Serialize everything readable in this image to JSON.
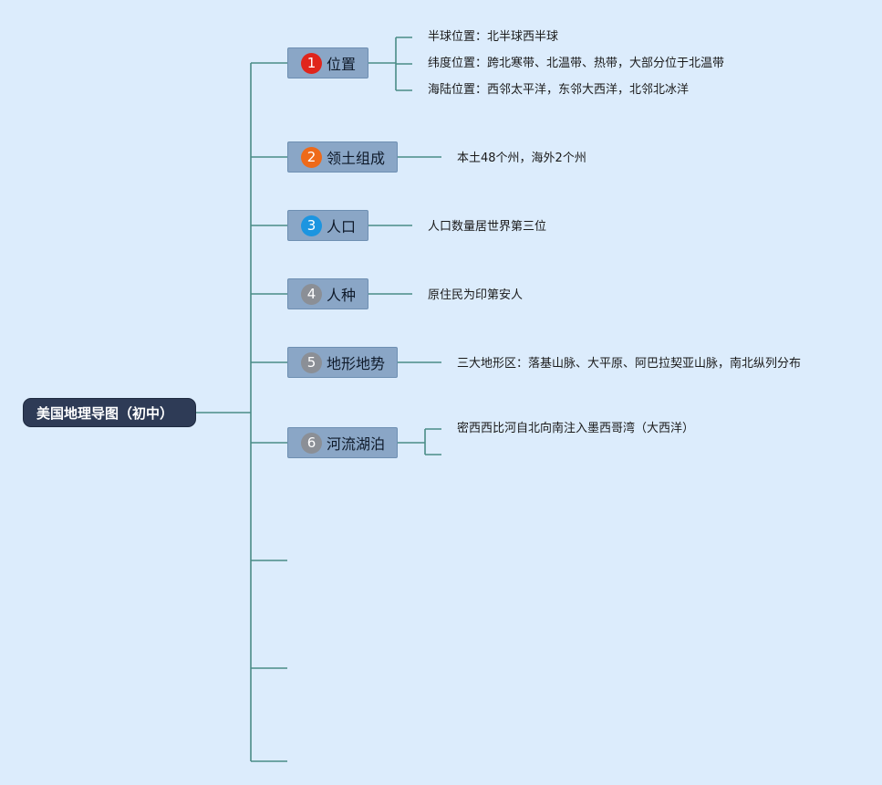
{
  "root": {
    "label": "美国地理导图（初中）"
  },
  "topics": [
    {
      "number": "1",
      "label": "位置",
      "badge_color": "#e0251b",
      "details": [
        "半球位置：北半球西半球",
        "纬度位置：跨北寒带、北温带、热带，大部分位于北温带",
        "海陆位置：西邻太平洋，东邻大西洋，北邻北冰洋"
      ]
    },
    {
      "number": "2",
      "label": "领土组成",
      "badge_color": "#ee6a1a",
      "details": [
        "本土48个州，海外2个州"
      ]
    },
    {
      "number": "3",
      "label": "人口",
      "badge_color": "#1c95e0",
      "details": [
        "人口数量居世界第三位"
      ]
    },
    {
      "number": "4",
      "label": "人种",
      "badge_color": "#8b8f96",
      "details": [
        "原住民为印第安人"
      ]
    },
    {
      "number": "5",
      "label": "地形地势",
      "badge_color": "#8b8f96",
      "details": [
        "三大地形区：落基山脉、大平原、阿巴拉契亚山脉，南北纵列分布"
      ]
    },
    {
      "number": "6",
      "label": "河流湖泊",
      "badge_color": "#8b8f96",
      "details": [
        "密西西比河自北向南注入墨西哥湾（大西洋）",
        ""
      ]
    }
  ],
  "colors": {
    "connector": "#4a8c86",
    "background": "#dcecfc"
  }
}
